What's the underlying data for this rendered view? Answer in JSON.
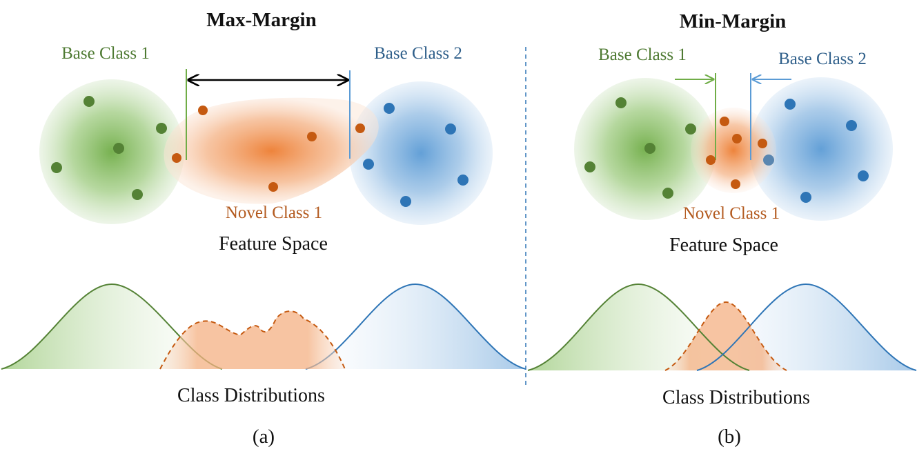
{
  "panels": {
    "a": {
      "title": "Max-Margin",
      "base1": "Base Class 1",
      "base2": "Base Class 2",
      "novel": "Novel Class 1",
      "feature_space": "Feature Space",
      "distributions": "Class Distributions",
      "caption": "(a)"
    },
    "b": {
      "title": "Min-Margin",
      "base1": "Base Class 1",
      "base2": "Base Class 2",
      "novel": "Novel Class 1",
      "feature_space": "Feature Space",
      "distributions": "Class Distributions",
      "caption": "(b)"
    }
  },
  "colors": {
    "base1": "#548235",
    "base2": "#2e75b6",
    "novel": "#c55a11",
    "base1_label": "#4e7a32",
    "base2_label": "#2f5f8a",
    "novel_label": "#b35a1f"
  }
}
